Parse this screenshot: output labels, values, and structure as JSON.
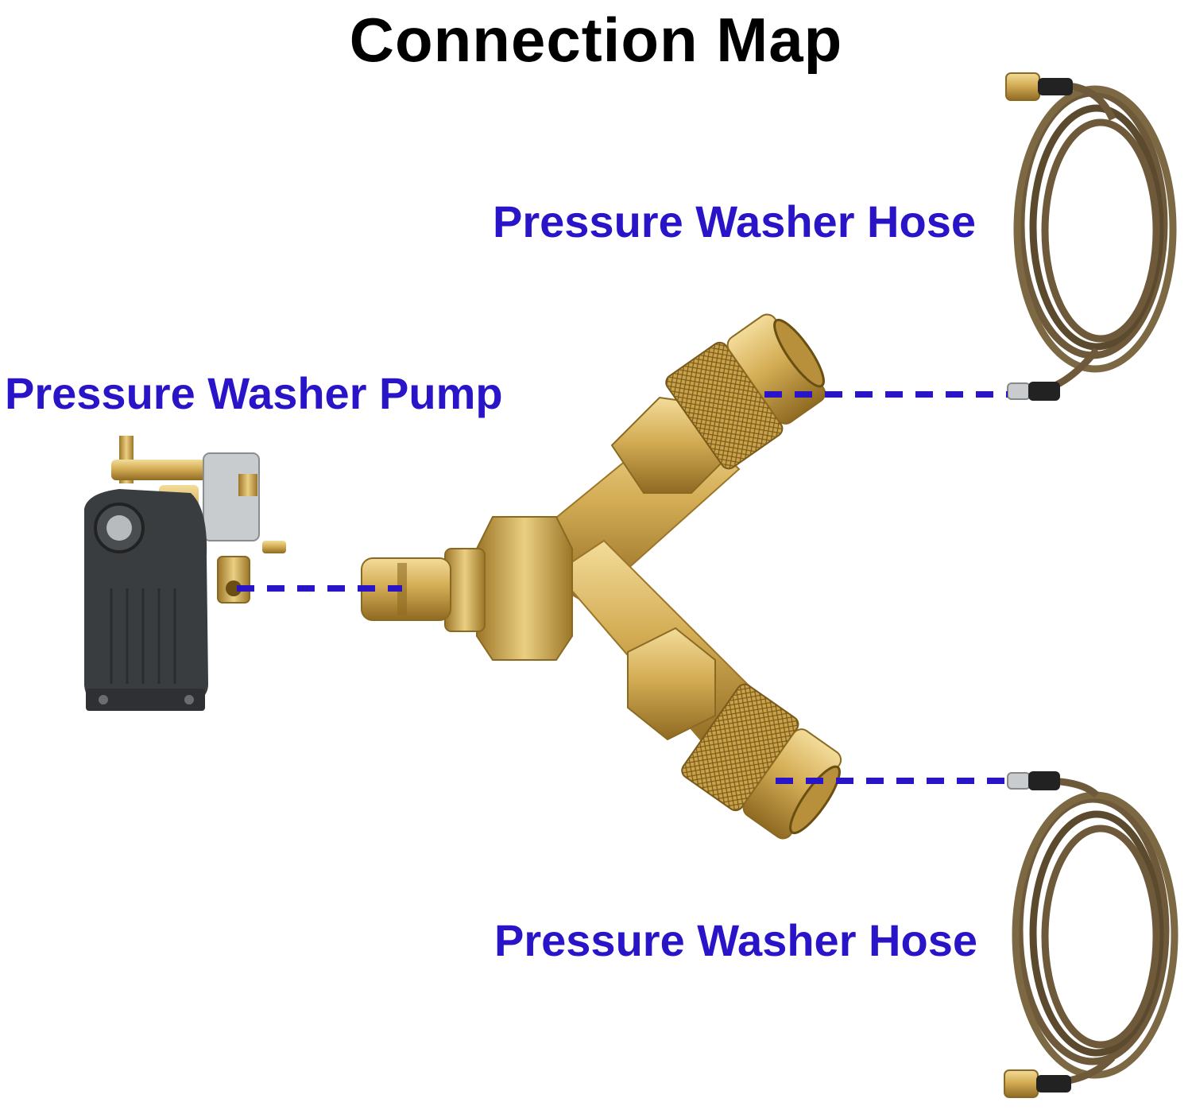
{
  "title": "Connection Map",
  "labels": {
    "hose_top": "Pressure Washer Hose",
    "pump": "Pressure Washer Pump",
    "hose_bottom": "Pressure Washer Hose"
  },
  "colors": {
    "title": "#000000",
    "label": "#2a14c8",
    "connector_line": "#2a14c8",
    "brass": "#d8b35a",
    "brass_dark": "#a6802e",
    "hose": "#6e5a3a",
    "pump_body": "#3a3d40"
  }
}
